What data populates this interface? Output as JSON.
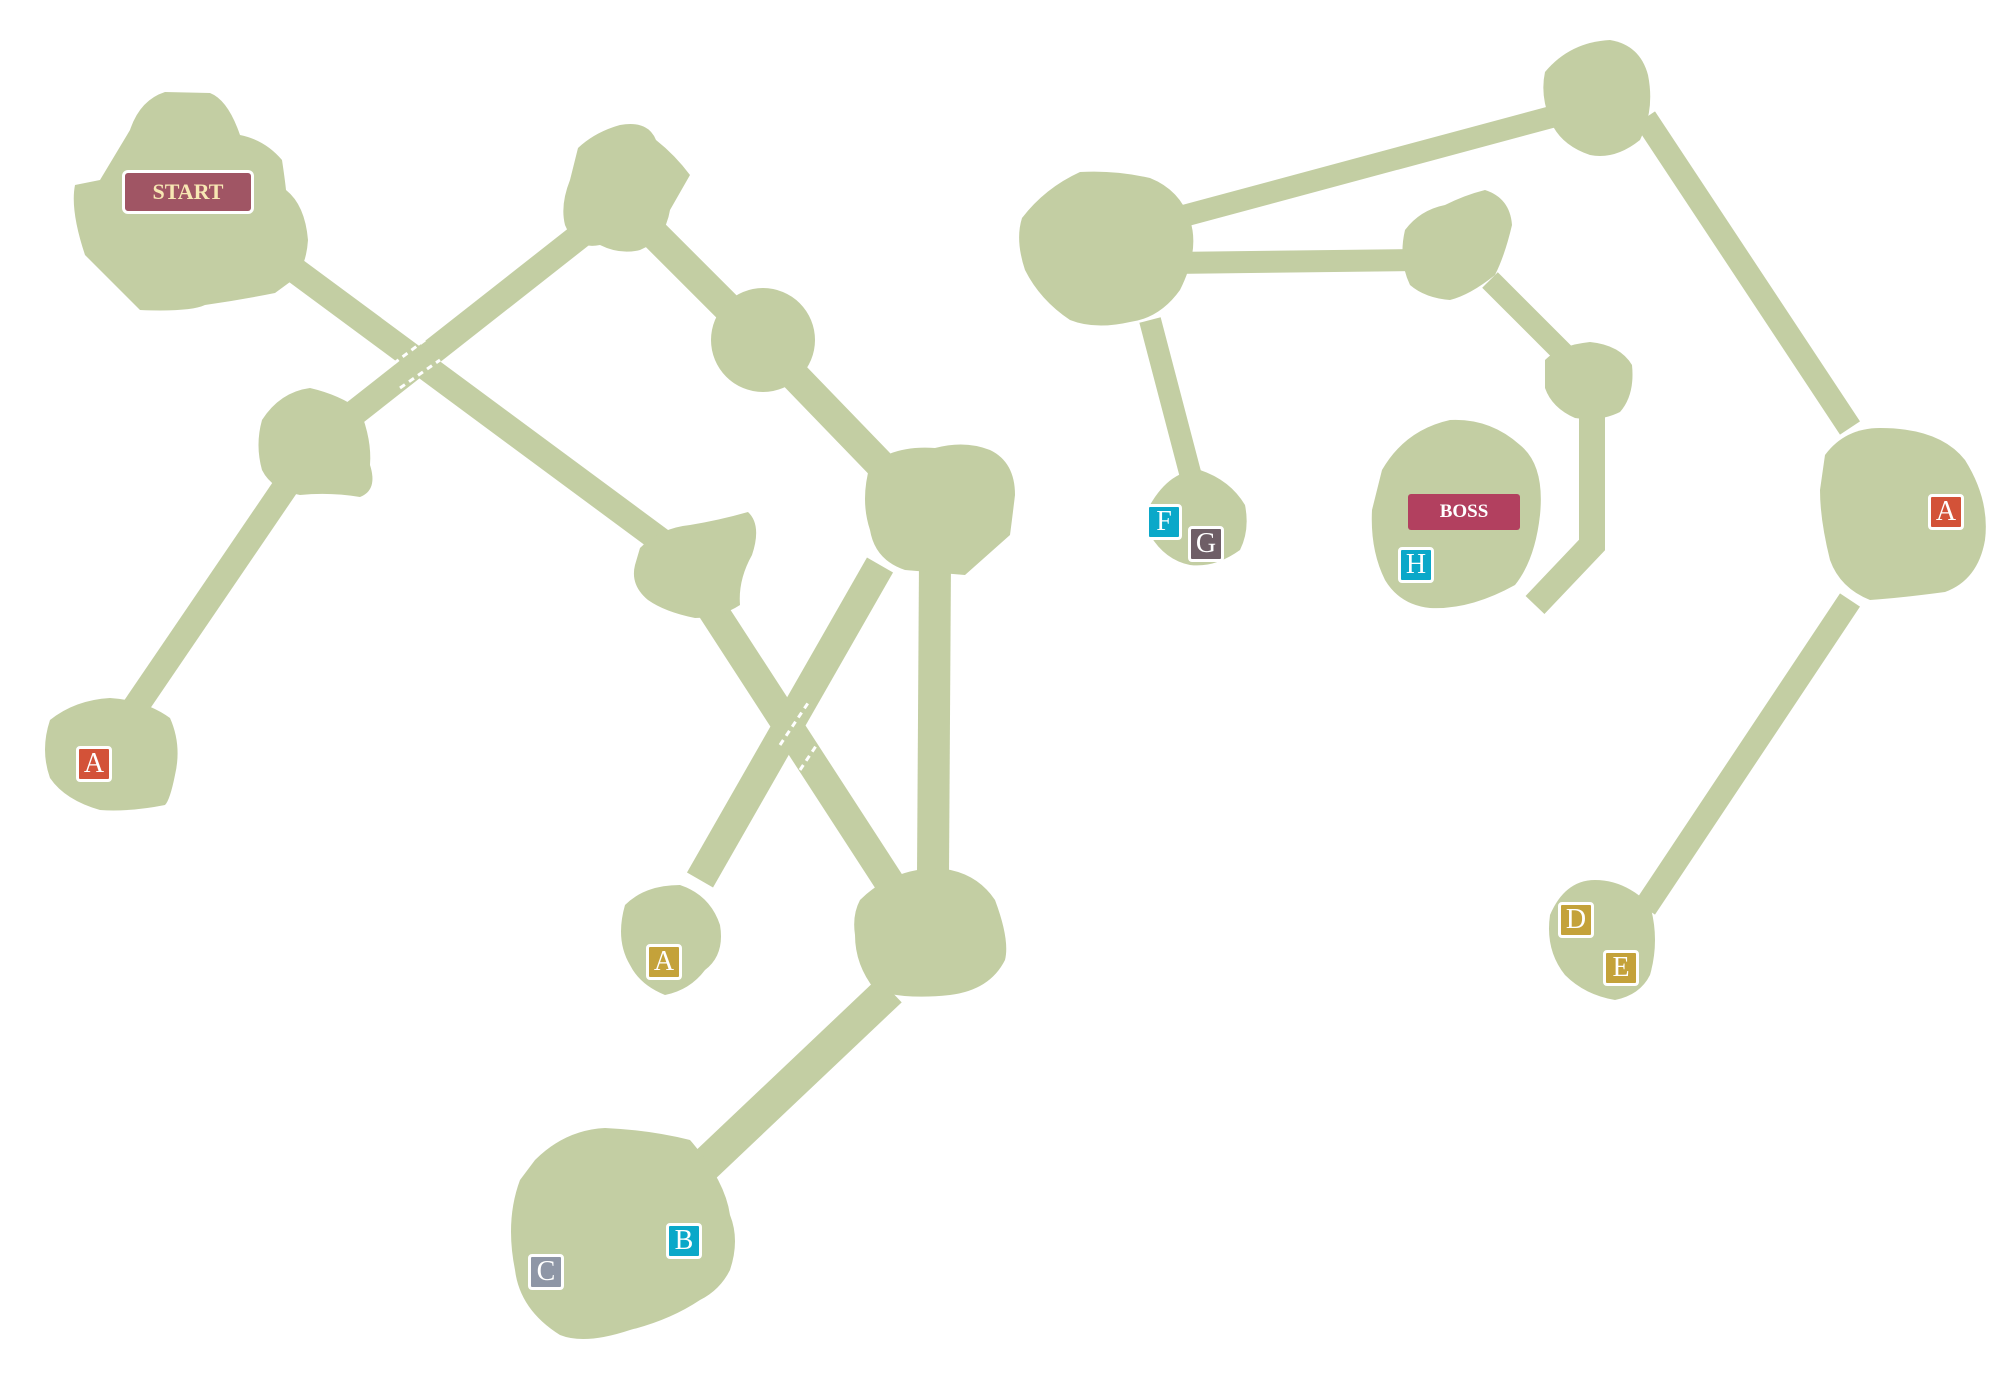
{
  "colors": {
    "cave": "#c3cea3",
    "background": "#ffffff",
    "red": "#d35238",
    "gold": "#c4a23a",
    "cyan": "#0aa8c9",
    "slate": "#8e96a6",
    "mauve": "#6e5e66",
    "start_tag": "#a05564",
    "start_text": "#f7e7b3",
    "boss_tag": "#b2405f"
  },
  "labels": {
    "start": "START",
    "boss": "BOSS"
  },
  "markers": [
    {
      "key": "a_left",
      "label": "A",
      "color": "red",
      "icon": "waypoint-a-icon"
    },
    {
      "key": "a_center",
      "label": "A",
      "color": "gold",
      "icon": "waypoint-a-icon"
    },
    {
      "key": "b",
      "label": "B",
      "color": "cyan",
      "icon": "waypoint-b-icon"
    },
    {
      "key": "c",
      "label": "C",
      "color": "slate",
      "icon": "waypoint-c-icon"
    },
    {
      "key": "f",
      "label": "F",
      "color": "cyan",
      "icon": "waypoint-f-icon"
    },
    {
      "key": "g",
      "label": "G",
      "color": "mauve",
      "icon": "waypoint-g-icon"
    },
    {
      "key": "h",
      "label": "H",
      "color": "cyan",
      "icon": "waypoint-h-icon"
    },
    {
      "key": "a_right",
      "label": "A",
      "color": "red",
      "icon": "waypoint-a-icon"
    },
    {
      "key": "d",
      "label": "D",
      "color": "gold",
      "icon": "waypoint-d-icon"
    },
    {
      "key": "e",
      "label": "E",
      "color": "gold",
      "icon": "waypoint-e-icon"
    }
  ]
}
